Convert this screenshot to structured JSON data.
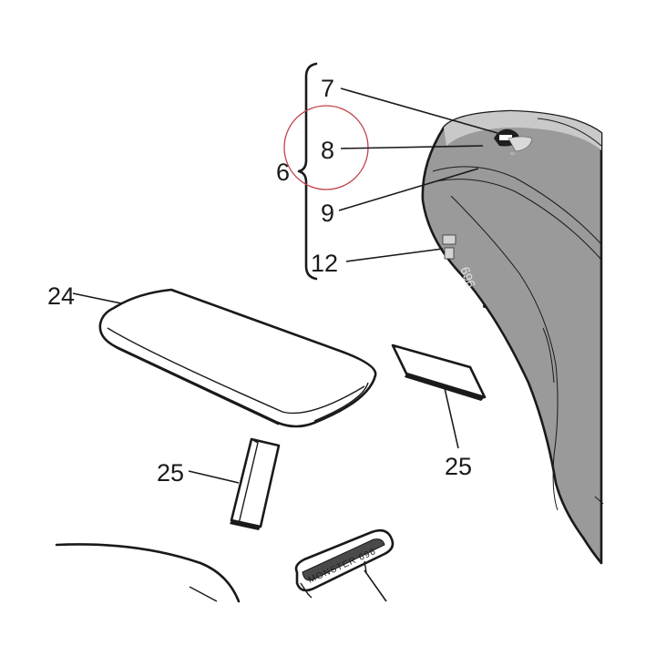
{
  "callouts": {
    "c7": "7",
    "c8": "8",
    "c6": "6",
    "c9": "9",
    "c12": "12",
    "c24": "24",
    "c25a": "25",
    "c25b": "25"
  },
  "badge": {
    "text": "MONSTER 696"
  },
  "colors": {
    "tank_fill": "#9a9a9a",
    "tank_highlight": "#c9c9c9",
    "line": "#1a1a1a",
    "highlight_circle": "#c0404a",
    "pad_fill": "#ffffff"
  }
}
